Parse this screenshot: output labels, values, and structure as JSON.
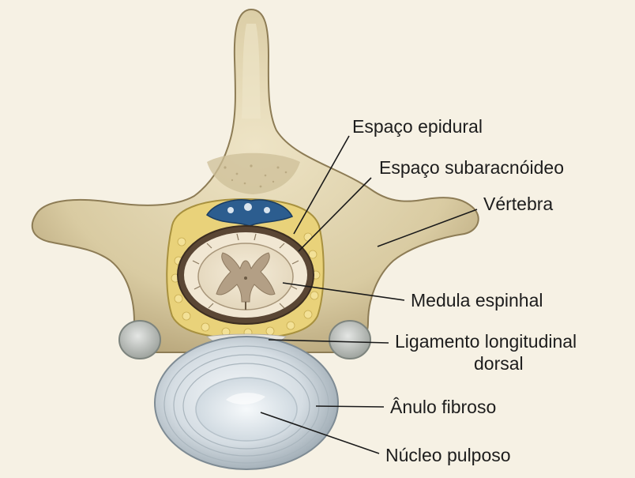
{
  "labels": {
    "epidural": "Espaço epidural",
    "subarachnoid": "Espaço subaracnóideo",
    "vertebra": "Vértebra",
    "spinal_cord": "Medula espinhal",
    "ligament_line1": "Ligamento longitudinal",
    "ligament_line2": "dorsal",
    "annulus": "Ânulo fibroso",
    "nucleus": "Núcleo pulposo"
  },
  "colors": {
    "background": "#f6f1e4",
    "bone": "#dccfa8",
    "bone_shadow": "#a8976c",
    "epidural_fat": "#e9d27a",
    "dura": "#5a4634",
    "white_matter": "#f0e6d2",
    "gray_matter": "#b39f85",
    "venous_plexus": "#2c5d8f",
    "annulus": "#cfd8de",
    "nucleus": "#e6edf2"
  }
}
